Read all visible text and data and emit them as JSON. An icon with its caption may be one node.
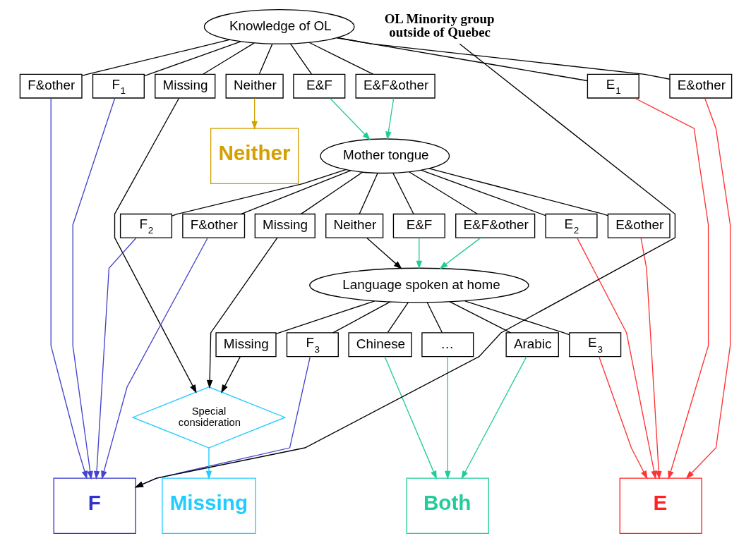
{
  "diagram": {
    "nodes": [
      {
        "text": [
          "Knowledge of OL"
        ]
      },
      {
        "text": [
          "E$_{1}$"
        ]
      },
      {
        "text": [
          "F$_{1}$"
        ]
      },
      {
        "text": [
          "E&F"
        ]
      },
      {
        "text": [
          "E&F&other"
        ]
      },
      {
        "text": [
          "E&other"
        ]
      },
      {
        "text": [
          "F&other"
        ]
      },
      {
        "text": [
          "Neither"
        ]
      },
      {
        "text": [
          "Missing"
        ]
      },
      {
        "text": [
          "Mother tongue"
        ]
      },
      {
        "text": [
          "E$_{2}$"
        ]
      },
      {
        "text": [
          "F$_{2}$"
        ]
      },
      {
        "text": [
          "E&F"
        ]
      },
      {
        "text": [
          "E&F&other"
        ]
      },
      {
        "text": [
          "E&other"
        ]
      },
      {
        "text": [
          "F&other"
        ]
      },
      {
        "text": [
          "Neither"
        ]
      },
      {
        "text": [
          "Missing"
        ]
      },
      {
        "text": [
          "Language spoken at home"
        ]
      },
      {
        "text": [
          "E$_{3}$"
        ]
      },
      {
        "text": [
          "F$_{3}$"
        ]
      },
      {
        "text": [
          "Arabic"
        ]
      },
      {
        "text": [
          "Chinese"
        ]
      },
      {
        "text": [
          "…"
        ]
      },
      {
        "text": [
          "Missing"
        ]
      },
      {
        "text": [
          "Neither"
        ]
      },
      {
        "text": [
          "Special consideration"
        ]
      },
      {
        "text": [
          "E"
        ]
      },
      {
        "text": [
          "F"
        ]
      },
      {
        "text": [
          "Both"
        ]
      },
      {
        "text": [
          "Missing"
        ]
      },
      {
        "text": [
          "OL Minority group outside of Quebec"
        ]
      }
    ],
    "edges": [
      {
        "from": 0,
        "to": 1,
        "arrow": "none"
      },
      {
        "from": 0,
        "to": 2,
        "arrow": "none"
      },
      {
        "from": 0,
        "to": 3,
        "arrow": "none"
      },
      {
        "from": 0,
        "to": 4,
        "arrow": "none"
      },
      {
        "from": 0,
        "to": 5,
        "arrow": "none"
      },
      {
        "from": 0,
        "to": 6,
        "arrow": "none"
      },
      {
        "from": 0,
        "to": 7,
        "arrow": "none"
      },
      {
        "from": 0,
        "to": 8,
        "arrow": "none"
      },
      {
        "from": 9,
        "to": 10,
        "arrow": "none"
      },
      {
        "from": 9,
        "to": 11,
        "arrow": "none"
      },
      {
        "from": 9,
        "to": 12,
        "arrow": "none"
      },
      {
        "from": 9,
        "to": 13,
        "arrow": "none"
      },
      {
        "from": 9,
        "to": 14,
        "arrow": "none"
      },
      {
        "from": 9,
        "to": 15,
        "arrow": "none"
      },
      {
        "from": 9,
        "to": 16,
        "arrow": "none"
      },
      {
        "from": 9,
        "to": 17,
        "arrow": "none"
      },
      {
        "from": 18,
        "to": 19,
        "arrow": "none"
      },
      {
        "from": 18,
        "to": 20,
        "arrow": "none"
      },
      {
        "from": 18,
        "to": 21,
        "arrow": "none"
      },
      {
        "from": 18,
        "to": 22,
        "arrow": "none"
      },
      {
        "from": 18,
        "to": 23,
        "arrow": "none"
      },
      {
        "from": 18,
        "to": 24,
        "arrow": "none"
      },
      {
        "from": 1,
        "to": 27,
        "arrow": "to",
        "color": "#ff3333"
      },
      {
        "from": 5,
        "to": 27,
        "arrow": "to",
        "color": "#ff3333"
      },
      {
        "from": 2,
        "to": 28,
        "arrow": "to",
        "color": "#4444cc"
      },
      {
        "from": 6,
        "to": 28,
        "arrow": "to",
        "color": "#4444cc"
      },
      {
        "from": 3,
        "to": 9,
        "arrow": "to",
        "color": "#22cc99"
      },
      {
        "from": 4,
        "to": 9,
        "arrow": "to",
        "color": "#22cc99"
      },
      {
        "from": 7,
        "to": 25,
        "arrow": "to",
        "color": "#d4a000"
      },
      {
        "from": 8,
        "to": 26,
        "arrow": "to"
      },
      {
        "from": 10,
        "to": 27,
        "arrow": "to",
        "color": "#ff3333"
      },
      {
        "from": 14,
        "to": 27,
        "arrow": "to",
        "color": "#ff3333"
      },
      {
        "from": 11,
        "to": 28,
        "arrow": "to",
        "color": "#4444cc"
      },
      {
        "from": 15,
        "to": 28,
        "arrow": "to",
        "color": "#4444cc"
      },
      {
        "from": 12,
        "to": 18,
        "arrow": "to",
        "color": "#22cc99"
      },
      {
        "from": 13,
        "to": 18,
        "arrow": "to",
        "color": "#22cc99"
      },
      {
        "from": 16,
        "to": 18,
        "arrow": "to"
      },
      {
        "from": 17,
        "to": 26,
        "arrow": "to"
      },
      {
        "from": 24,
        "to": 26,
        "arrow": "to"
      },
      {
        "from": 19,
        "to": 27,
        "arrow": "to",
        "color": "#ff3333"
      },
      {
        "from": 20,
        "to": 28,
        "arrow": "to",
        "color": "#4444cc"
      },
      {
        "from": 21,
        "to": 29,
        "arrow": "to",
        "color": "#22cc99"
      },
      {
        "from": 22,
        "to": 29,
        "arrow": "to",
        "color": "#22cc99"
      },
      {
        "from": 23,
        "to": 29,
        "arrow": "to",
        "color": "#22cc99"
      },
      {
        "from": 26,
        "to": 30,
        "arrow": "to",
        "color": "#22ccff"
      },
      {
        "from": 31,
        "to": 28,
        "arrow": "to"
      }
    ]
  }
}
